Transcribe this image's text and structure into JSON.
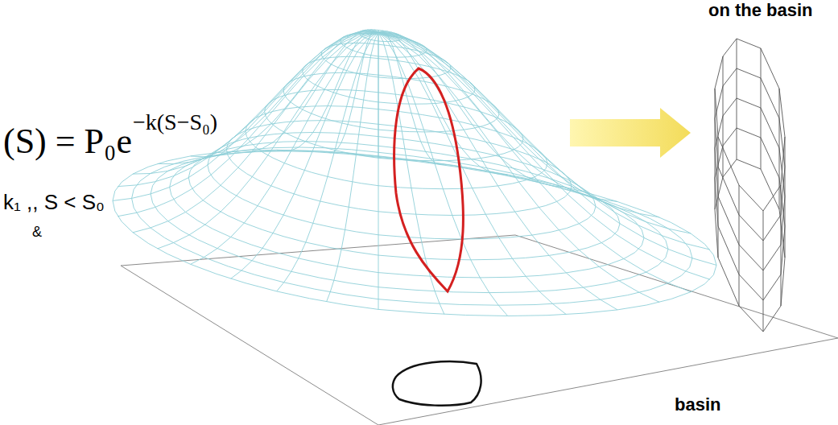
{
  "diagram": {
    "labels": [
      "on the basin",
      "(S) = P₀e",
      "−k(S−S₀)",
      "k₁ ,, S < S₀",
      "&",
      "basin"
    ]
  }
}
